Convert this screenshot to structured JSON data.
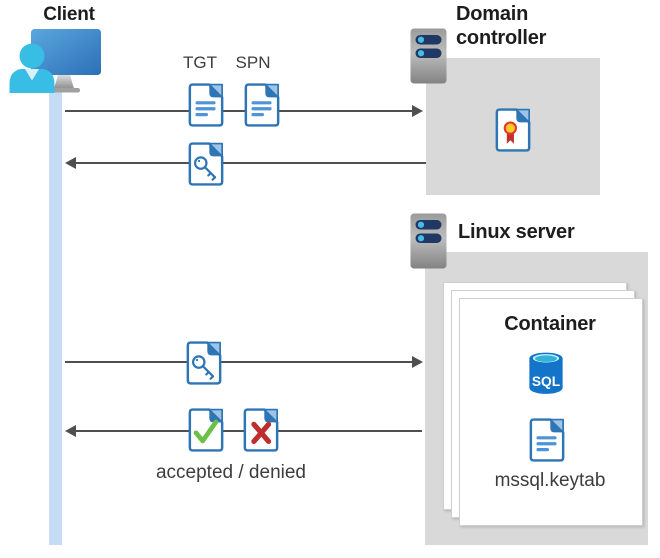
{
  "diagram": {
    "client": {
      "label": "Client"
    },
    "domain_controller": {
      "label": "Domain controller"
    },
    "linux_server": {
      "label": "Linux server"
    },
    "container": {
      "label": "Container",
      "sql_badge": "SQL",
      "keytab_file": "mssql.keytab"
    },
    "flows": {
      "tgt": "TGT",
      "spn": "SPN",
      "result": "accepted / denied"
    },
    "icons": {
      "client": "person-at-monitor-icon",
      "domain_controller": "server-icon",
      "linux_server": "server-icon",
      "tgt": "document-icon",
      "spn": "document-icon",
      "service_ticket": "key-document-icon",
      "accepted": "check-document-icon",
      "denied": "x-document-icon",
      "certificate": "certificate-document-icon",
      "database": "sql-database-icon",
      "keytab": "document-icon"
    },
    "colors": {
      "box_gray": "#d9d9d9",
      "doc_blue": "#2e75b6",
      "doc_fold_light": "#9dc3e6",
      "doc_line_blue": "#4f93d8",
      "accept_green": "#6cbf47",
      "deny_red": "#be2e2e",
      "sql_blue": "#1374c9",
      "sql_cyan": "#31b2d8",
      "lifeline_blue": "#c6dcf6",
      "monitor_blue": "#3f87c9",
      "person_cyan": "#38bde4",
      "server_pill_navy": "#1f3864",
      "server_dot_blue": "#45bde8",
      "arrow_gray": "#4f4f4f",
      "cert_gold": "#ffc928",
      "cert_red": "#e2372c"
    }
  }
}
